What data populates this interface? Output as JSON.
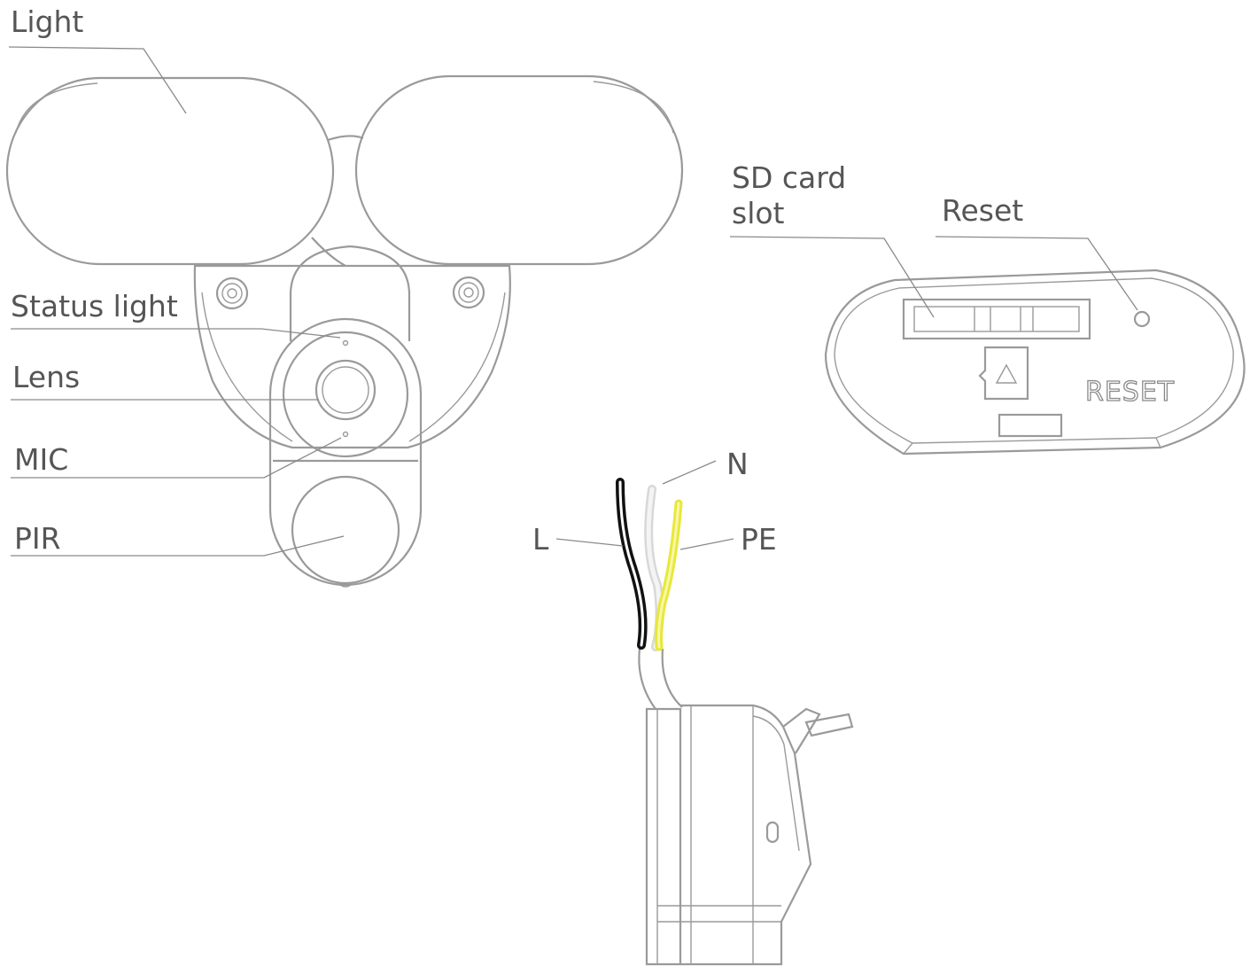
{
  "labels": {
    "light": "Light",
    "status_light": "Status light",
    "lens": "Lens",
    "mic": "MIC",
    "pir": "PIR",
    "sd_card_line1": "SD card",
    "sd_card_line2": "slot",
    "reset": "Reset",
    "wire_n": "N",
    "wire_l": "L",
    "wire_pe": "PE"
  },
  "printed": {
    "reset_print": "RESET"
  },
  "colors": {
    "wire_l": "#111111",
    "wire_n": "#e4e4e4",
    "wire_pe": "#e8e83a",
    "outline": "#9a9a9a"
  }
}
